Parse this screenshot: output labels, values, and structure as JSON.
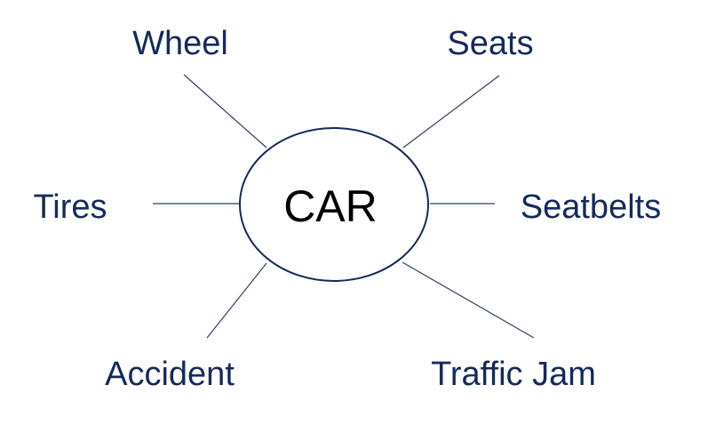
{
  "center": {
    "label": "CAR"
  },
  "nodes": {
    "wheel": "Wheel",
    "seats": "Seats",
    "tires": "Tires",
    "seatbelts": "Seatbelts",
    "accident": "Accident",
    "traffic_jam": "Traffic Jam"
  },
  "colors": {
    "node_text": "#142a5c",
    "center_text": "#000000",
    "ellipse_stroke": "#142a5c",
    "spoke_stroke": "#2f3f5f"
  }
}
